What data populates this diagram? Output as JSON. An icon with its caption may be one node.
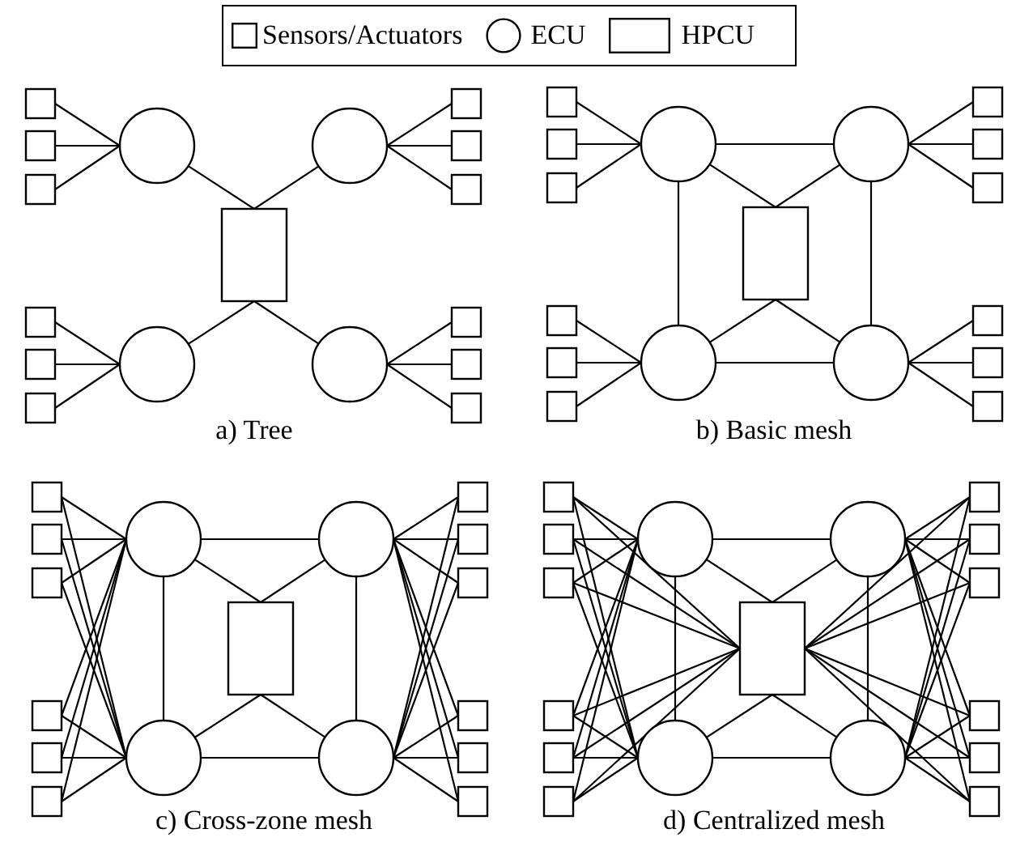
{
  "diagram": {
    "nodes": [
      {
        "text": [],
        "shape": "box"
      },
      {
        "text": [],
        "shape": "box"
      },
      {
        "text": [],
        "shape": "box"
      },
      {
        "text": [],
        "shape": "circle"
      },
      {
        "text": [],
        "shape": "circle"
      },
      {
        "text": [],
        "shape": "box"
      },
      {
        "text": [],
        "shape": "box"
      },
      {
        "text": [],
        "shape": "box"
      },
      {
        "text": [],
        "shape": "box"
      },
      {
        "text": [],
        "shape": "box"
      },
      {
        "text": [],
        "shape": "box"
      },
      {
        "text": [],
        "shape": "box"
      },
      {
        "text": [],
        "shape": "circle"
      },
      {
        "text": [],
        "shape": "circle"
      },
      {
        "text": [],
        "shape": "box"
      },
      {
        "text": [],
        "shape": "box"
      },
      {
        "text": [],
        "shape": "box"
      },
      {
        "text": [],
        "shape": "box"
      },
      {
        "text": [],
        "shape": "box"
      },
      {
        "text": [],
        "shape": "box"
      },
      {
        "text": [],
        "shape": "circle"
      },
      {
        "text": [],
        "shape": "circle"
      },
      {
        "text": [],
        "shape": "box"
      },
      {
        "text": [],
        "shape": "box"
      },
      {
        "text": [],
        "shape": "box"
      },
      {
        "text": [],
        "shape": "box"
      },
      {
        "text": [],
        "shape": "box"
      },
      {
        "text": [],
        "shape": "box"
      },
      {
        "text": [],
        "shape": "box"
      },
      {
        "text": [],
        "shape": "circle"
      },
      {
        "text": [],
        "shape": "circle"
      },
      {
        "text": [],
        "shape": "box"
      },
      {
        "text": [],
        "shape": "box"
      },
      {
        "text": [],
        "shape": "box"
      },
      {
        "text": [],
        "shape": "box"
      },
      {
        "text": [],
        "shape": "box"
      },
      {
        "text": [],
        "shape": "box"
      },
      {
        "text": [],
        "shape": "circle"
      },
      {
        "text": [],
        "shape": "circle"
      },
      {
        "text": [],
        "shape": "box"
      },
      {
        "text": [],
        "shape": "box"
      },
      {
        "text": [],
        "shape": "box"
      },
      {
        "text": [],
        "shape": "box"
      },
      {
        "text": [],
        "shape": "box"
      },
      {
        "text": [],
        "shape": "box"
      },
      {
        "text": [],
        "shape": "box"
      },
      {
        "text": [],
        "shape": "circle"
      },
      {
        "text": [],
        "shape": "circle"
      },
      {
        "text": [],
        "shape": "box"
      },
      {
        "text": [],
        "shape": "box"
      },
      {
        "text": [],
        "shape": "box"
      },
      {
        "text": [],
        "shape": "box"
      },
      {
        "text": [],
        "shape": "box"
      },
      {
        "text": [],
        "shape": "box"
      },
      {
        "text": [],
        "shape": "circle"
      },
      {
        "text": [],
        "shape": "circle"
      },
      {
        "text": [],
        "shape": "box"
      },
      {
        "text": [],
        "shape": "box"
      },
      {
        "text": [],
        "shape": "box"
      },
      {
        "text": [],
        "shape": "box"
      },
      {
        "text": [],
        "shape": "box"
      },
      {
        "text": [],
        "shape": "box"
      },
      {
        "text": [],
        "shape": "box"
      },
      {
        "text": [],
        "shape": "circle"
      },
      {
        "text": [],
        "shape": "circle"
      },
      {
        "text": [],
        "shape": "box"
      },
      {
        "text": [],
        "shape": "box"
      },
      {
        "text": [],
        "shape": "box"
      }
    ],
    "edges": [
      {
        "from": 0,
        "to": 3,
        "arrow": "none"
      },
      {
        "from": 1,
        "to": 3,
        "arrow": "none"
      },
      {
        "from": 2,
        "to": 3,
        "arrow": "none"
      },
      {
        "from": 5,
        "to": 4,
        "arrow": "none"
      },
      {
        "from": 6,
        "to": 4,
        "arrow": "none"
      },
      {
        "from": 7,
        "to": 4,
        "arrow": "none"
      },
      {
        "from": 9,
        "to": 12,
        "arrow": "none"
      },
      {
        "from": 10,
        "to": 12,
        "arrow": "none"
      },
      {
        "from": 11,
        "to": 12,
        "arrow": "none"
      },
      {
        "from": 14,
        "to": 13,
        "arrow": "none"
      },
      {
        "from": 15,
        "to": 13,
        "arrow": "none"
      },
      {
        "from": 16,
        "to": 13,
        "arrow": "none"
      },
      {
        "from": 3,
        "to": 8,
        "arrow": "none"
      },
      {
        "from": 4,
        "to": 8,
        "arrow": "none"
      },
      {
        "from": 12,
        "to": 8,
        "arrow": "none"
      },
      {
        "from": 13,
        "to": 8,
        "arrow": "none"
      },
      {
        "from": 17,
        "to": 20,
        "arrow": "none"
      },
      {
        "from": 18,
        "to": 20,
        "arrow": "none"
      },
      {
        "from": 19,
        "to": 20,
        "arrow": "none"
      },
      {
        "from": 22,
        "to": 21,
        "arrow": "none"
      },
      {
        "from": 23,
        "to": 21,
        "arrow": "none"
      },
      {
        "from": 24,
        "to": 21,
        "arrow": "none"
      },
      {
        "from": 26,
        "to": 29,
        "arrow": "none"
      },
      {
        "from": 27,
        "to": 29,
        "arrow": "none"
      },
      {
        "from": 28,
        "to": 29,
        "arrow": "none"
      },
      {
        "from": 31,
        "to": 30,
        "arrow": "none"
      },
      {
        "from": 32,
        "to": 30,
        "arrow": "none"
      },
      {
        "from": 33,
        "to": 30,
        "arrow": "none"
      },
      {
        "from": 20,
        "to": 25,
        "arrow": "none"
      },
      {
        "from": 21,
        "to": 25,
        "arrow": "none"
      },
      {
        "from": 29,
        "to": 25,
        "arrow": "none"
      },
      {
        "from": 30,
        "to": 25,
        "arrow": "none"
      },
      {
        "from": 20,
        "to": 21,
        "arrow": "none"
      },
      {
        "from": 29,
        "to": 30,
        "arrow": "none"
      },
      {
        "from": 20,
        "to": 29,
        "arrow": "none"
      },
      {
        "from": 21,
        "to": 30,
        "arrow": "none"
      },
      {
        "from": 34,
        "to": 37,
        "arrow": "none"
      },
      {
        "from": 35,
        "to": 37,
        "arrow": "none"
      },
      {
        "from": 36,
        "to": 37,
        "arrow": "none"
      },
      {
        "from": 43,
        "to": 37,
        "arrow": "none"
      },
      {
        "from": 44,
        "to": 37,
        "arrow": "none"
      },
      {
        "from": 45,
        "to": 37,
        "arrow": "none"
      },
      {
        "from": 34,
        "to": 46,
        "arrow": "none"
      },
      {
        "from": 35,
        "to": 46,
        "arrow": "none"
      },
      {
        "from": 36,
        "to": 46,
        "arrow": "none"
      },
      {
        "from": 43,
        "to": 46,
        "arrow": "none"
      },
      {
        "from": 44,
        "to": 46,
        "arrow": "none"
      },
      {
        "from": 45,
        "to": 46,
        "arrow": "none"
      },
      {
        "from": 39,
        "to": 38,
        "arrow": "none"
      },
      {
        "from": 40,
        "to": 38,
        "arrow": "none"
      },
      {
        "from": 41,
        "to": 38,
        "arrow": "none"
      },
      {
        "from": 48,
        "to": 38,
        "arrow": "none"
      },
      {
        "from": 49,
        "to": 38,
        "arrow": "none"
      },
      {
        "from": 50,
        "to": 38,
        "arrow": "none"
      },
      {
        "from": 39,
        "to": 47,
        "arrow": "none"
      },
      {
        "from": 40,
        "to": 47,
        "arrow": "none"
      },
      {
        "from": 41,
        "to": 47,
        "arrow": "none"
      },
      {
        "from": 48,
        "to": 47,
        "arrow": "none"
      },
      {
        "from": 49,
        "to": 47,
        "arrow": "none"
      },
      {
        "from": 50,
        "to": 47,
        "arrow": "none"
      },
      {
        "from": 37,
        "to": 42,
        "arrow": "none"
      },
      {
        "from": 38,
        "to": 42,
        "arrow": "none"
      },
      {
        "from": 46,
        "to": 42,
        "arrow": "none"
      },
      {
        "from": 47,
        "to": 42,
        "arrow": "none"
      },
      {
        "from": 37,
        "to": 38,
        "arrow": "none"
      },
      {
        "from": 46,
        "to": 47,
        "arrow": "none"
      },
      {
        "from": 37,
        "to": 46,
        "arrow": "none"
      },
      {
        "from": 38,
        "to": 47,
        "arrow": "none"
      },
      {
        "from": 51,
        "to": 54,
        "arrow": "none"
      },
      {
        "from": 52,
        "to": 54,
        "arrow": "none"
      },
      {
        "from": 53,
        "to": 54,
        "arrow": "none"
      },
      {
        "from": 60,
        "to": 54,
        "arrow": "none"
      },
      {
        "from": 61,
        "to": 54,
        "arrow": "none"
      },
      {
        "from": 62,
        "to": 54,
        "arrow": "none"
      },
      {
        "from": 51,
        "to": 63,
        "arrow": "none"
      },
      {
        "from": 52,
        "to": 63,
        "arrow": "none"
      },
      {
        "from": 53,
        "to": 63,
        "arrow": "none"
      },
      {
        "from": 60,
        "to": 63,
        "arrow": "none"
      },
      {
        "from": 61,
        "to": 63,
        "arrow": "none"
      },
      {
        "from": 62,
        "to": 63,
        "arrow": "none"
      },
      {
        "from": 56,
        "to": 55,
        "arrow": "none"
      },
      {
        "from": 57,
        "to": 55,
        "arrow": "none"
      },
      {
        "from": 58,
        "to": 55,
        "arrow": "none"
      },
      {
        "from": 65,
        "to": 55,
        "arrow": "none"
      },
      {
        "from": 66,
        "to": 55,
        "arrow": "none"
      },
      {
        "from": 67,
        "to": 55,
        "arrow": "none"
      },
      {
        "from": 56,
        "to": 64,
        "arrow": "none"
      },
      {
        "from": 57,
        "to": 64,
        "arrow": "none"
      },
      {
        "from": 58,
        "to": 64,
        "arrow": "none"
      },
      {
        "from": 65,
        "to": 64,
        "arrow": "none"
      },
      {
        "from": 66,
        "to": 64,
        "arrow": "none"
      },
      {
        "from": 67,
        "to": 64,
        "arrow": "none"
      },
      {
        "from": 51,
        "to": 59,
        "arrow": "none"
      },
      {
        "from": 52,
        "to": 59,
        "arrow": "none"
      },
      {
        "from": 53,
        "to": 59,
        "arrow": "none"
      },
      {
        "from": 60,
        "to": 59,
        "arrow": "none"
      },
      {
        "from": 61,
        "to": 59,
        "arrow": "none"
      },
      {
        "from": 62,
        "to": 59,
        "arrow": "none"
      },
      {
        "from": 56,
        "to": 59,
        "arrow": "none"
      },
      {
        "from": 57,
        "to": 59,
        "arrow": "none"
      },
      {
        "from": 58,
        "to": 59,
        "arrow": "none"
      },
      {
        "from": 65,
        "to": 59,
        "arrow": "none"
      },
      {
        "from": 66,
        "to": 59,
        "arrow": "none"
      },
      {
        "from": 67,
        "to": 59,
        "arrow": "none"
      },
      {
        "from": 54,
        "to": 59,
        "arrow": "none"
      },
      {
        "from": 55,
        "to": 59,
        "arrow": "none"
      },
      {
        "from": 63,
        "to": 59,
        "arrow": "none"
      },
      {
        "from": 64,
        "to": 59,
        "arrow": "none"
      },
      {
        "from": 54,
        "to": 55,
        "arrow": "none"
      },
      {
        "from": 63,
        "to": 64,
        "arrow": "none"
      },
      {
        "from": 54,
        "to": 63,
        "arrow": "none"
      },
      {
        "from": 55,
        "to": 64,
        "arrow": "none"
      }
    ],
    "labels": [
      "a) Tree",
      "b) Basic mesh",
      "c) Cross-zone mesh",
      "d) Centralized mesh"
    ],
    "legend": [
      {
        "text": "Sensors/Actuators"
      },
      {
        "text": "ECU"
      },
      {
        "text": "HPCU"
      }
    ]
  }
}
